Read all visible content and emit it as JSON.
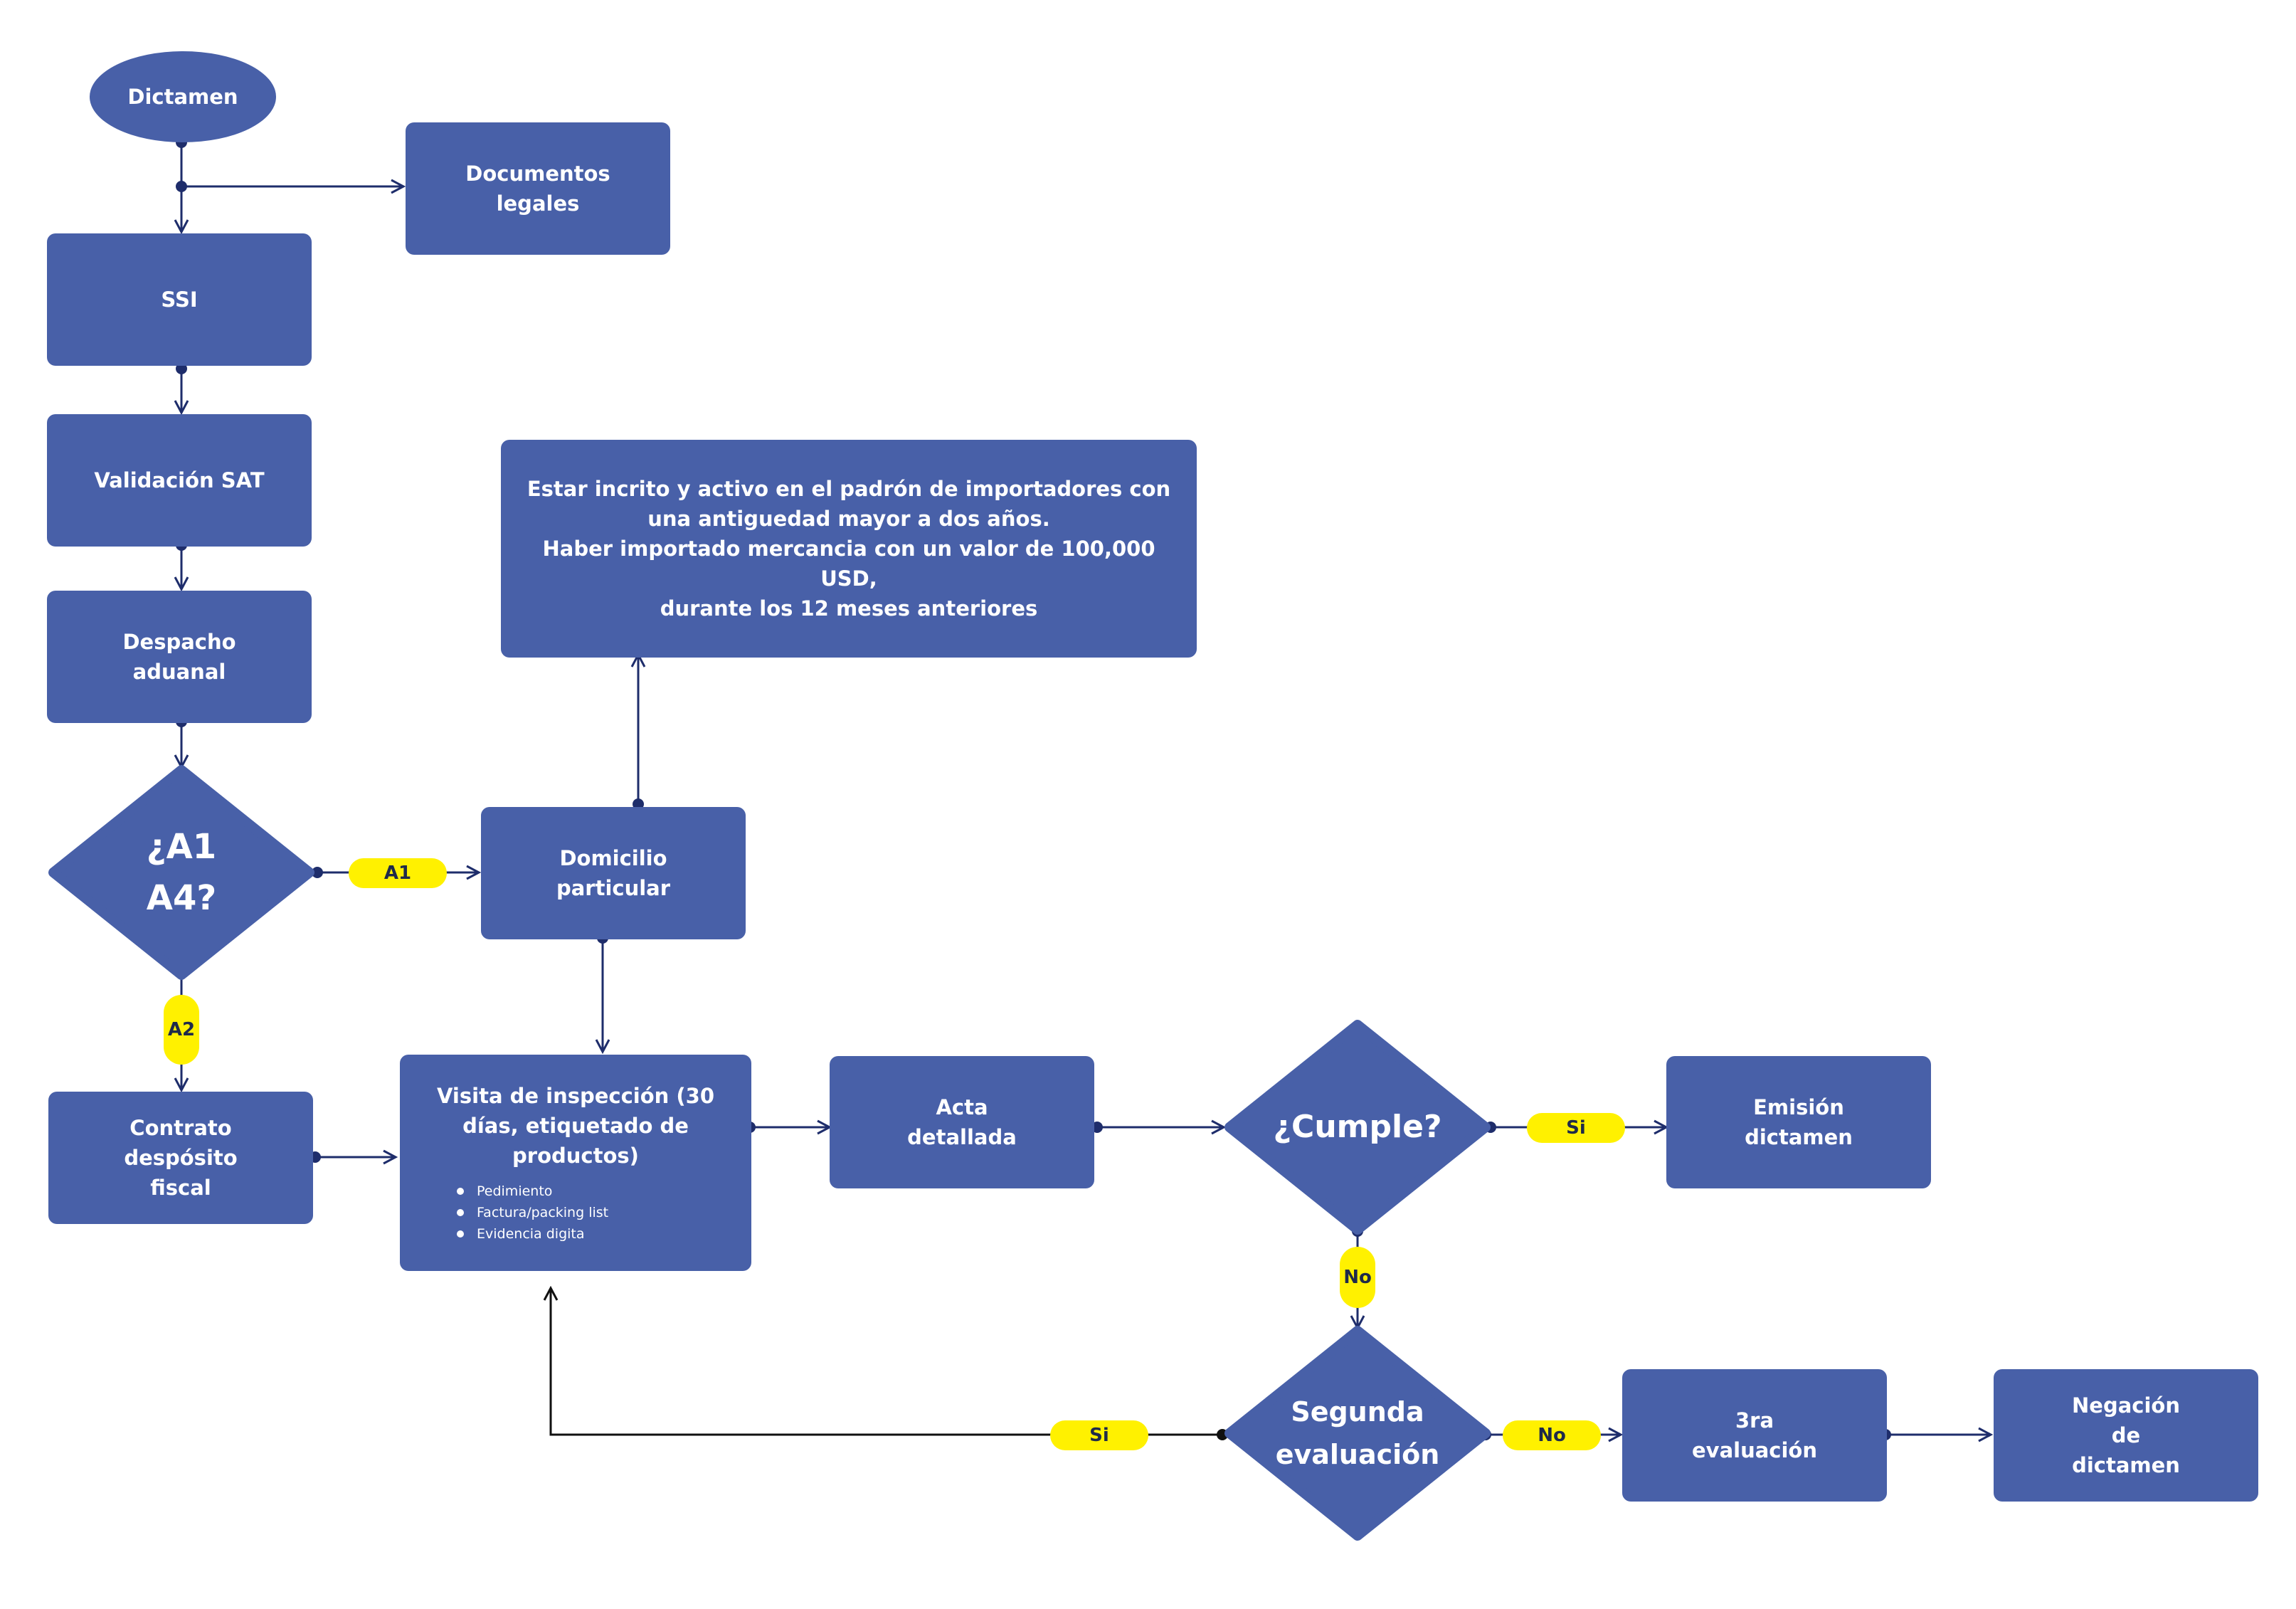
{
  "nodes": {
    "dictamen": "Dictamen",
    "documentos_legales": "Documentos\nlegales",
    "ssi": "SSI",
    "validacion_sat": "Validación SAT",
    "despacho_aduanal": "Despacho\naduanal",
    "requisitos": "Estar incrito y activo en el padrón de importadores con\nuna antiguedad mayor a dos años.\nHaber importado mercancia con un valor de 100,000 USD,\ndurante los 12 meses anteriores",
    "domicilio_particular": "Domicilio\nparticular",
    "contrato_deposito": "Contrato\ndespósito\nfiscal",
    "visita_inspeccion": {
      "title": "Visita de inspección (30\ndías, etiquetado de\nproductos)",
      "items": [
        "Pedimiento",
        "Factura/packing list",
        "Evidencia digita"
      ]
    },
    "acta_detallada": "Acta\ndetallada",
    "emision_dictamen": "Emisión\ndictamen",
    "tercera_evaluacion": "3ra\nevaluación",
    "negacion_dictamen": "Negación\nde\ndictamen"
  },
  "decisions": {
    "a1_a4": "¿A1\nA4?",
    "cumple": "¿Cumple?",
    "segunda_evaluacion": "Segunda\nevaluación"
  },
  "labels": {
    "a1": "A1",
    "a2": "A2",
    "cumple_si": "Si",
    "cumple_no": "No",
    "segunda_si": "Si",
    "segunda_no": "No"
  },
  "colors": {
    "node_fill": "#4860a8",
    "edge_label_fill": "#fff100",
    "connector": "#1e2d6b",
    "text_on_node": "#ffffff"
  }
}
